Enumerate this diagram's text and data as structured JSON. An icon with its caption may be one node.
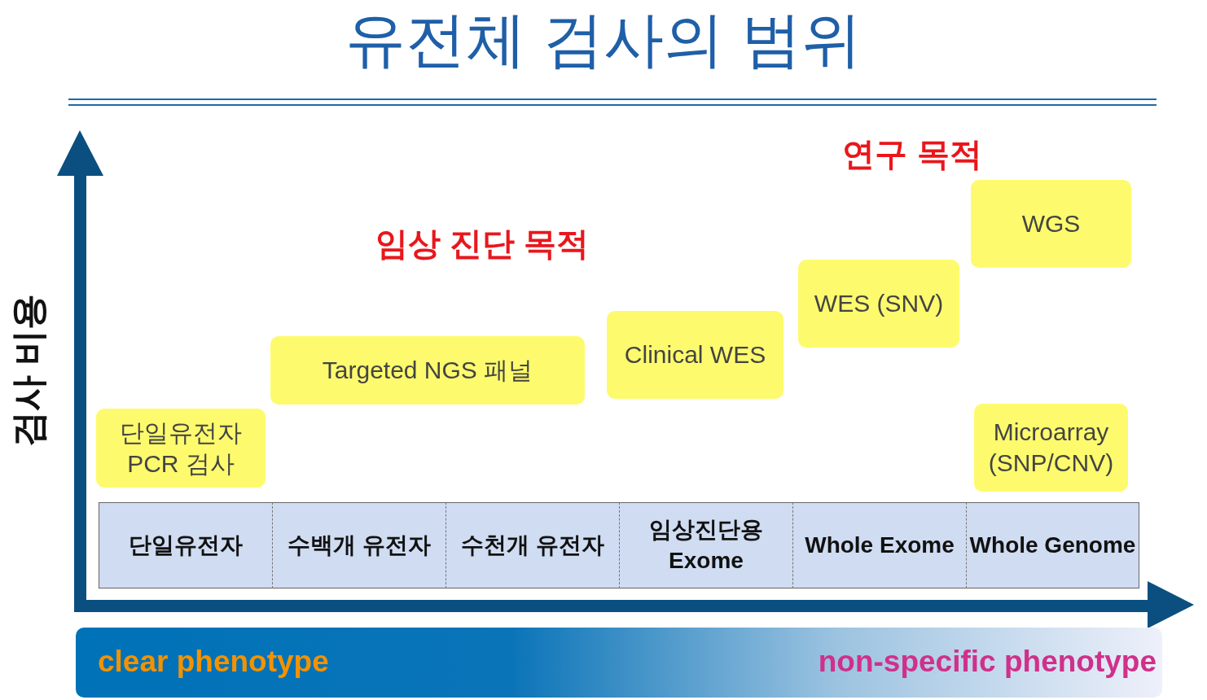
{
  "diagram": {
    "title": "유전체 검사의 범위",
    "nodes": [
      {
        "text": [
          "단일유전자 PCR 검사"
        ]
      },
      {
        "text": [
          "Targeted NGS 패널"
        ]
      },
      {
        "text": [
          "Clinical WES"
        ]
      },
      {
        "text": [
          "WES (SNV)"
        ]
      },
      {
        "text": [
          "WGS"
        ]
      },
      {
        "text": [
          "Microarray (SNP/CNV)"
        ]
      }
    ],
    "edges": [],
    "labels": [
      "연구 목적",
      "임상 진단 목적",
      "검사 비용",
      "단일유전자",
      "수백개 유전자",
      "수천개 유전자",
      "임상진단용 Exome",
      "Whole Exome",
      "Whole Genome",
      "clear phenotype",
      "non-specific phenotype"
    ]
  }
}
